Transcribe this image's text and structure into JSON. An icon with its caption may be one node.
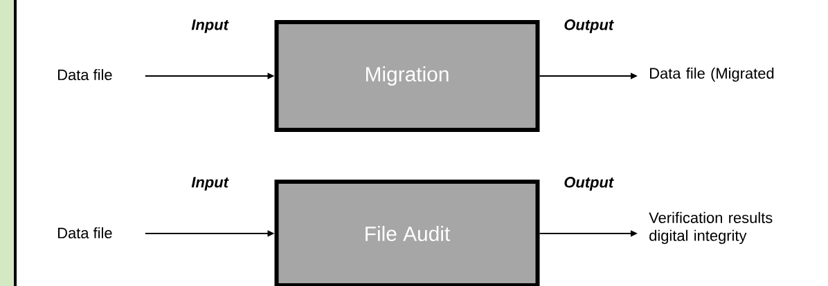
{
  "diagram": {
    "nodes": [
      {
        "text": [
          "Data file"
        ]
      },
      {
        "text": [
          "Migration"
        ]
      },
      {
        "text": [
          "Data file (Migrated"
        ]
      },
      {
        "text": [
          "Data file"
        ]
      },
      {
        "text": [
          "File Audit"
        ]
      },
      {
        "text": [
          "Verification results digital integrity"
        ]
      }
    ],
    "edges": [
      {
        "from": 0,
        "to": 1,
        "arrow": "to",
        "label": "Input"
      },
      {
        "from": 1,
        "to": 2,
        "arrow": "to",
        "label": "Output"
      },
      {
        "from": 3,
        "to": 4,
        "arrow": "to",
        "label": "Input"
      },
      {
        "from": 4,
        "to": 5,
        "arrow": "to",
        "label": "Output"
      }
    ]
  }
}
